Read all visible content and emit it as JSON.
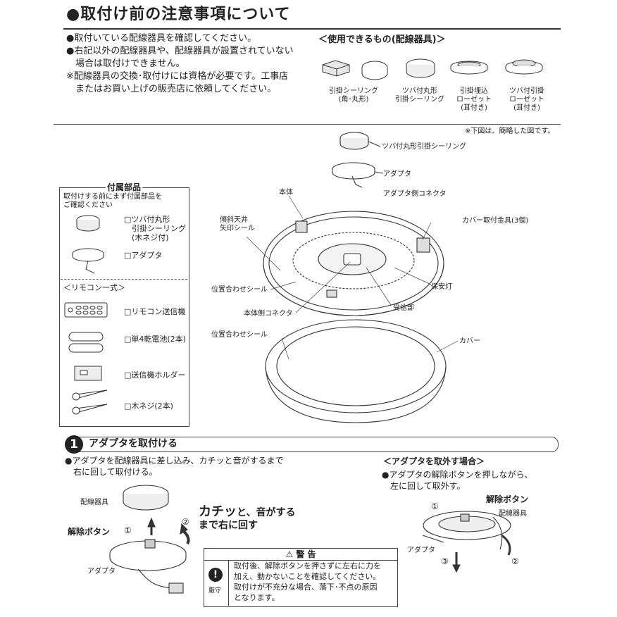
{
  "header": {
    "title": "●取付け前の注意事項について",
    "notes": [
      "●取付いている配線器具を確認してください。",
      "●右記以外の配線器具や、配線器具が設置されていない",
      "　場合は取付けできません。",
      "※配線器具の交換･取付けには資格が必要です。工事店",
      "　またはお買い上げの販売店に依頼してください。"
    ]
  },
  "usable": {
    "heading": "＜使用できるもの(配線器具)＞",
    "items": [
      {
        "line1": "引掛シーリング",
        "line2": "(角･丸形)",
        "line3": ""
      },
      {
        "line1": "ツバ付丸形",
        "line2": "引掛シーリング",
        "line3": ""
      },
      {
        "line1": "引掛埋込",
        "line2": "ローゼット",
        "line3": "(耳付き)"
      },
      {
        "line1": "ツバ付引掛",
        "line2": "ローゼット",
        "line3": "(耳付き)"
      }
    ]
  },
  "diagram_note": "※下図は、簡略した図です。",
  "accessories": {
    "title": "付属部品",
    "subtitle1": "取付けする前にまず付属部品を",
    "subtitle2": "ご確認ください",
    "items": [
      "□ツバ付丸形",
      "　引掛シーリング",
      "　(木ネジ付)",
      "□アダプタ"
    ],
    "remote_title": "＜リモコン一式＞",
    "remote_items": [
      "□リモコン送信機",
      "□単4乾電池(2本)",
      "□送信機ホルダー",
      "□木ネジ(2本)"
    ]
  },
  "labels": {
    "ceiling": "ツバ付丸形引掛シーリング",
    "adapter": "アダプタ",
    "adapter_connector": "アダプタ側コネクタ",
    "body": "本体",
    "slope_seal_1": "傾斜天井",
    "slope_seal_2": "矢印シール",
    "cover_fitting": "カバー取付金具(3個)",
    "align_seal": "位置合わせシール",
    "safety_light": "保安灯",
    "body_connector": "本体側コネクタ",
    "receiver": "受信部",
    "align_seal2": "位置合わせシール",
    "cover": "カバー"
  },
  "step1": {
    "number": "1",
    "title": "アダプタを取付ける",
    "text1": "●アダプタを配線器具に差し込み、カチッと音がするまで",
    "text2": "　右に回して取付ける。",
    "wiring": "配線器具",
    "release_button": "解除ボタン",
    "adapter": "アダプタ",
    "n1": "①",
    "n2": "②",
    "click_big": "カチッ",
    "click_rest": "と、音がする",
    "click_line2": "まで右に回す"
  },
  "removal": {
    "heading": "＜アダプタを取外す場合＞",
    "text1": "●アダプタの解除ボタンを押しながら、",
    "text2": "　左に回して取外す。",
    "release_button": "解除ボタン",
    "wiring": "配線器具",
    "adapter": "アダプタ",
    "n1": "①",
    "n2": "②",
    "n3": "③"
  },
  "warning": {
    "title": "⚠ 警 告",
    "mark": "厳守",
    "lines": [
      "取付後、解除ボタンを押さずに左右に力を",
      "加え、動かないことを確認してください。",
      "取付けが不充分な場合、落下･不点の原因",
      "となります。"
    ]
  }
}
